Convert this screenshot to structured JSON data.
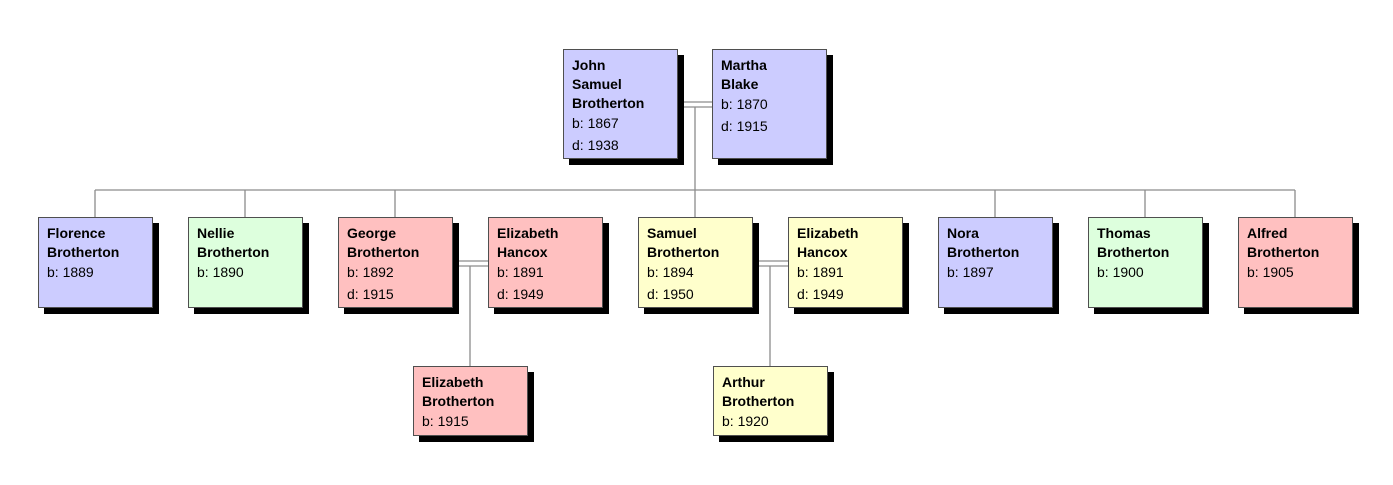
{
  "people": [
    {
      "id": "john",
      "name": "John\nSamuel\nBrotherton",
      "born": "b: 1867",
      "died": "d: 1938",
      "color": "#ccccff"
    },
    {
      "id": "martha",
      "name": "Martha\nBlake",
      "born": "b: 1870",
      "died": "d: 1915",
      "color": "#ccccff"
    },
    {
      "id": "florence",
      "name": "Florence\nBrotherton",
      "born": "b: 1889",
      "died": "",
      "color": "#ccccff"
    },
    {
      "id": "nellie",
      "name": "Nellie\nBrotherton",
      "born": "b: 1890",
      "died": "",
      "color": "#ddffdd"
    },
    {
      "id": "george",
      "name": "George\nBrotherton",
      "born": "b: 1892",
      "died": "d: 1915",
      "color": "#ffc0c0"
    },
    {
      "id": "elizabeth-hancox-1",
      "name": "Elizabeth\nHancox",
      "born": "b: 1891",
      "died": "d: 1949",
      "color": "#ffc0c0"
    },
    {
      "id": "samuel",
      "name": "Samuel\nBrotherton",
      "born": "b: 1894",
      "died": "d: 1950",
      "color": "#ffffcc"
    },
    {
      "id": "elizabeth-hancox-2",
      "name": "Elizabeth\nHancox",
      "born": "b: 1891",
      "died": "d: 1949",
      "color": "#ffffcc"
    },
    {
      "id": "nora",
      "name": "Nora\nBrotherton",
      "born": "b: 1897",
      "died": "",
      "color": "#ccccff"
    },
    {
      "id": "thomas",
      "name": "Thomas\nBrotherton",
      "born": "b: 1900",
      "died": "",
      "color": "#ddffdd"
    },
    {
      "id": "alfred",
      "name": "Alfred\nBrotherton",
      "born": "b: 1905",
      "died": "",
      "color": "#ffc0c0"
    },
    {
      "id": "elizabeth-brotherton",
      "name": "Elizabeth\nBrotherton",
      "born": "b: 1915",
      "died": "",
      "color": "#ffc0c0"
    },
    {
      "id": "arthur",
      "name": "Arthur\nBrotherton",
      "born": "b: 1920",
      "died": "",
      "color": "#ffffcc"
    }
  ],
  "marriages": [
    {
      "partners": [
        "john",
        "martha"
      ]
    },
    {
      "partners": [
        "george",
        "elizabeth-hancox-1"
      ]
    },
    {
      "partners": [
        "samuel",
        "elizabeth-hancox-2"
      ]
    }
  ],
  "families": [
    {
      "parents": [
        "john",
        "martha"
      ],
      "children": [
        "florence",
        "nellie",
        "george",
        "samuel",
        "nora",
        "thomas",
        "alfred"
      ]
    },
    {
      "parents": [
        "george",
        "elizabeth-hancox-1"
      ],
      "children": [
        "elizabeth-brotherton"
      ]
    },
    {
      "parents": [
        "samuel",
        "elizabeth-hancox-2"
      ],
      "children": [
        "arthur"
      ]
    }
  ]
}
